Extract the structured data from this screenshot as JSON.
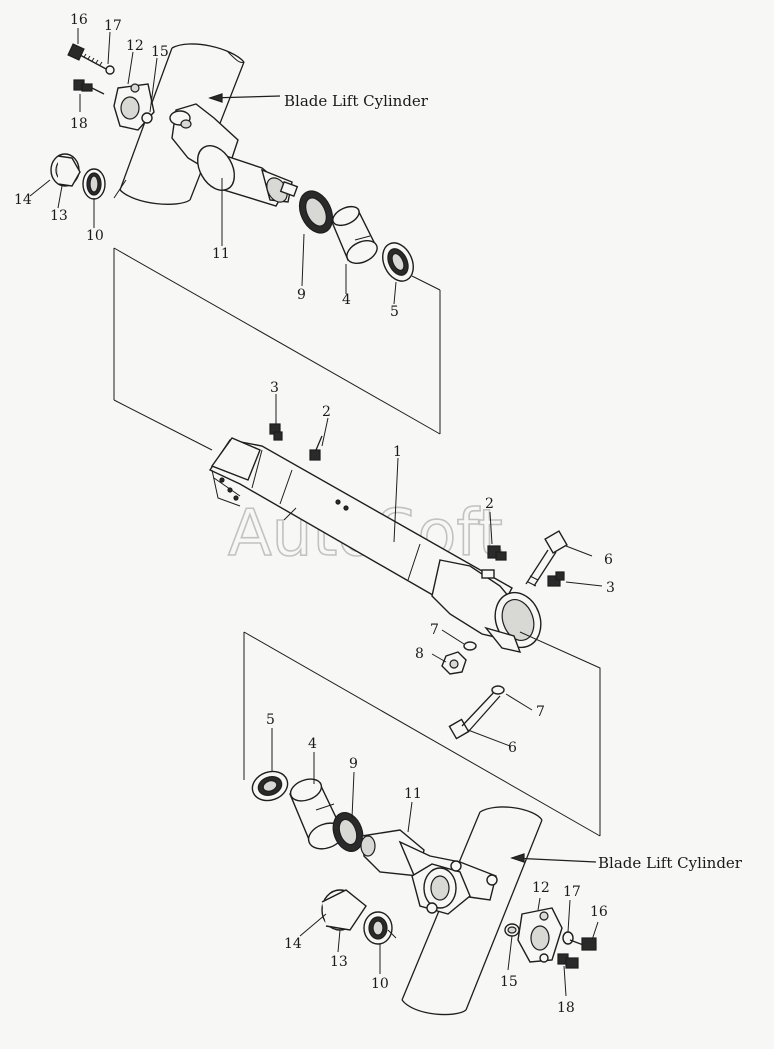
{
  "labels": {
    "top_cylinder": "Blade Lift Cylinder",
    "bottom_cylinder": "Blade Lift Cylinder"
  },
  "watermark": "AutoSoft",
  "callouts_top": [
    "16",
    "17",
    "12",
    "15",
    "18",
    "14",
    "13",
    "10",
    "11",
    "9",
    "4",
    "5"
  ],
  "callouts_middle": [
    "3",
    "2",
    "1",
    "2",
    "6",
    "3",
    "7",
    "8",
    "7",
    "6"
  ],
  "callouts_bottom": [
    "5",
    "4",
    "9",
    "11",
    "12",
    "17",
    "16",
    "14",
    "13",
    "10",
    "15",
    "18"
  ]
}
